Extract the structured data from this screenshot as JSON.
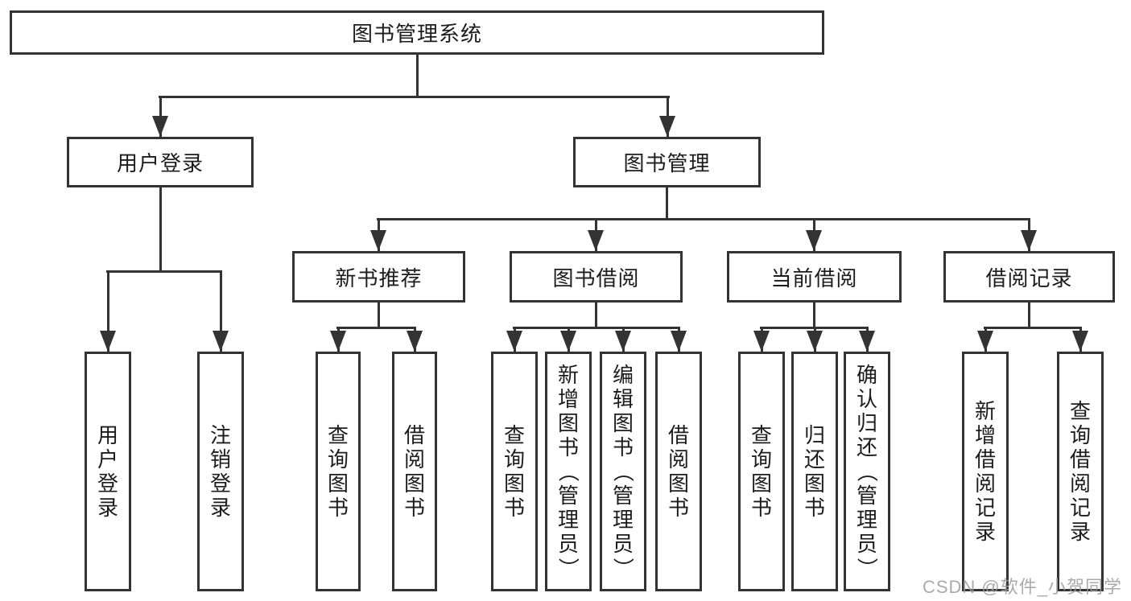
{
  "diagram": {
    "root": {
      "label": "图书管理系统"
    },
    "level2": [
      {
        "label": "用户登录"
      },
      {
        "label": "图书管理"
      }
    ],
    "level3": [
      {
        "label": "新书推荐",
        "parent": "图书管理"
      },
      {
        "label": "图书借阅",
        "parent": "图书管理"
      },
      {
        "label": "当前借阅",
        "parent": "图书管理"
      },
      {
        "label": "借阅记录",
        "parent": "图书管理"
      }
    ],
    "leaves": [
      {
        "label": "用户登录",
        "parent": "用户登录"
      },
      {
        "label": "注销登录",
        "parent": "用户登录"
      },
      {
        "label": "查询图书",
        "parent": "新书推荐"
      },
      {
        "label": "借阅图书",
        "parent": "新书推荐"
      },
      {
        "label": "查询图书",
        "parent": "图书借阅"
      },
      {
        "label": "新增图书（管理员）",
        "parent": "图书借阅"
      },
      {
        "label": "编辑图书（管理员）",
        "parent": "图书借阅"
      },
      {
        "label": "借阅图书",
        "parent": "图书借阅"
      },
      {
        "label": "查询图书",
        "parent": "当前借阅"
      },
      {
        "label": "归还图书",
        "parent": "当前借阅"
      },
      {
        "label": "确认归还（管理员）",
        "parent": "当前借阅"
      },
      {
        "label": "新增借阅记录",
        "parent": "借阅记录"
      },
      {
        "label": "查询借阅记录",
        "parent": "借阅记录"
      }
    ]
  },
  "watermark": "CSDN @软件_小贺同学",
  "colors": {
    "line": "#333333",
    "text": "#1c1c1c",
    "background": "#ffffff",
    "watermark": "#9b9b9b"
  }
}
